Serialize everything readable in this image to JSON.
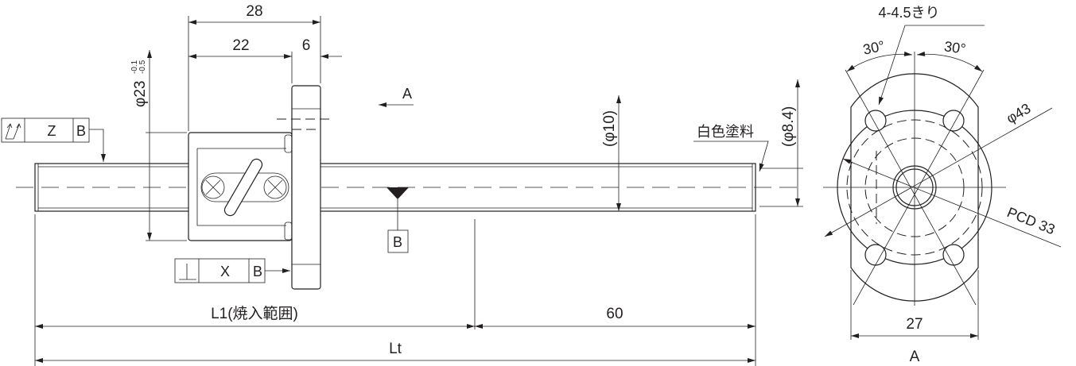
{
  "dimensions": {
    "nut_length": "28",
    "body_length": "22",
    "flange_width": "6",
    "nut_diameter_prefix": "φ23",
    "nut_tol_upper": "-0.1",
    "nut_tol_lower": "-0.5",
    "shaft_diameter": "(φ10)",
    "end_diameter": "(φ8.4)",
    "l1_label": "L1(焼入範囲)",
    "end_length": "60",
    "total_length": "Lt",
    "angle_left": "30°",
    "angle_right": "30°",
    "holes": "4-4.5きり",
    "flange_diameter": "φ43",
    "pcd": "PCD 33",
    "flat_width": "27"
  },
  "labels": {
    "view_arrow": "A",
    "view_label": "A",
    "paint_note": "白色塗料",
    "datum": "B"
  },
  "tolerance_frames": [
    {
      "symbol": "total-runout",
      "value": "Z",
      "datum": "B"
    },
    {
      "symbol": "perpendicularity",
      "value": "X",
      "datum": "B"
    }
  ]
}
